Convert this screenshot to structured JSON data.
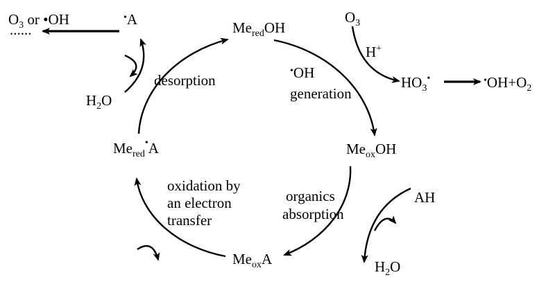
{
  "species": {
    "me_red_oh": {
      "main": "Me",
      "sub": "red",
      "tail": "OH"
    },
    "me_ox_oh": {
      "main": "Me",
      "sub": "ox",
      "tail": "OH"
    },
    "me_ox_a": {
      "main": "Me",
      "sub": "ox",
      "tail": "A"
    },
    "me_red_a": {
      "main": "Me",
      "sub": "red",
      "dot": "•",
      "tail": "A"
    }
  },
  "labels": {
    "dots": "......",
    "o3_or_oh": {
      "pre": "O",
      "sub": "3",
      "mid": " or ",
      "dot": "•",
      "tail": "OH"
    },
    "a_radical": {
      "dot": "•",
      "tail": "A"
    },
    "h2o_left": {
      "pre": "H",
      "sub": "2",
      "tail": "O"
    },
    "desorption": "desorption",
    "oh_generation": {
      "dot": "•",
      "line1": "OH",
      "line2": "generation"
    },
    "o3_top": {
      "pre": "O",
      "sub": "3"
    },
    "h_plus": {
      "pre": "H",
      "sup": "+"
    },
    "ho3_radical": {
      "pre": "HO",
      "sub": "3",
      "sup": "•"
    },
    "oh_plus_o2": {
      "dot": "•",
      "mid": "OH+O",
      "sub": "2"
    },
    "oxidation": [
      "oxidation by",
      "an electron",
      "transfer"
    ],
    "organics": [
      "organics",
      "absorption"
    ],
    "ah": "AH",
    "h2o_bottom": {
      "pre": "H",
      "sub": "2",
      "tail": "O"
    }
  }
}
